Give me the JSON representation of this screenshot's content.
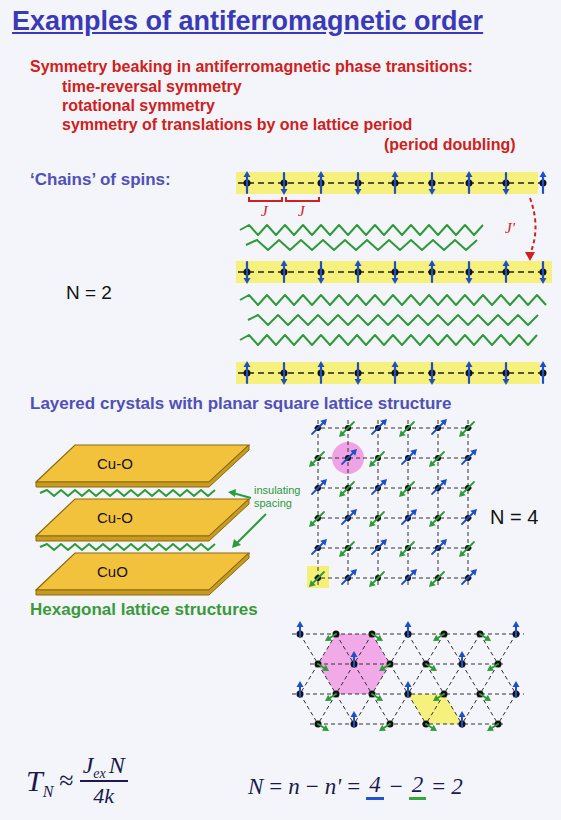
{
  "diagram": {
    "title": "Examples of antiferromagnetic order",
    "nodes": [
      {
        "text": [
          "Cu-O"
        ]
      },
      {
        "text": [
          "Cu-O"
        ]
      },
      {
        "text": [
          "CuO"
        ]
      }
    ],
    "labels": [
      "Symmetry beaking in antiferromagnetic phase transitions:",
      "time-reversal symmetry",
      "rotational symmetry",
      "symmetry of translations by one lattice period",
      "(period doubling)",
      "‘Chains’ of spins:",
      "N = 2",
      "J",
      "J",
      "J'",
      "Layered crystals with planar square lattice structure",
      "insulating spacing",
      "N = 4",
      "Hexagonal lattice structures",
      "T",
      "N",
      "≈",
      "J",
      "ex",
      "N",
      "4k",
      "N",
      "=",
      "n",
      "−",
      "n'",
      "=",
      "4",
      "−",
      "2",
      "=",
      "2"
    ]
  }
}
